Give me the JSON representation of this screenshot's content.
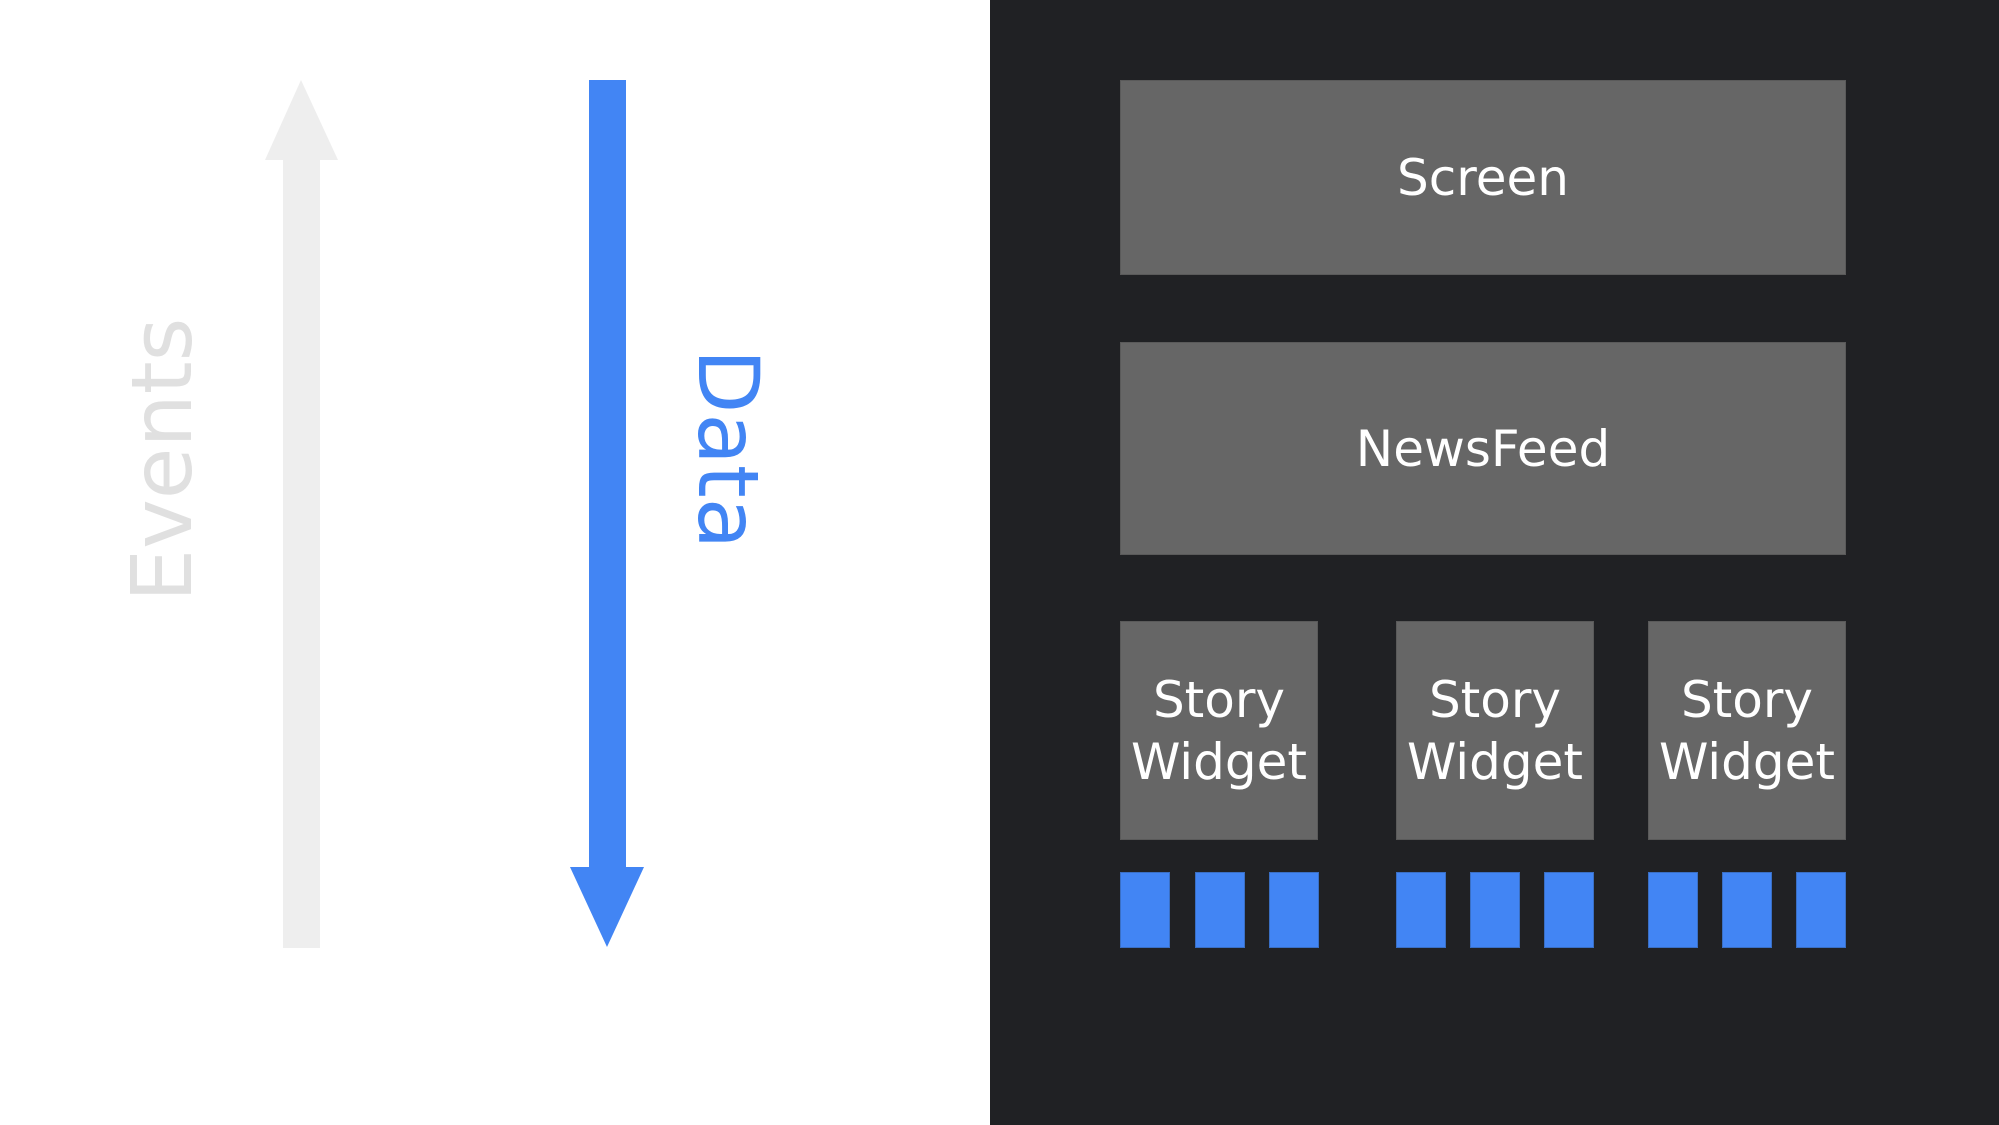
{
  "left": {
    "events_label": "Events",
    "data_label": "Data",
    "colors": {
      "events_arrow": "#eeeeee",
      "events_text": "#e0e0e0",
      "data_arrow": "#4285f4"
    }
  },
  "right": {
    "screen_label": "Screen",
    "newsfeed_label": "NewsFeed",
    "story_widgets": [
      {
        "line1": "Story",
        "line2": "Widget"
      },
      {
        "line1": "Story",
        "line2": "Widget"
      },
      {
        "line1": "Story",
        "line2": "Widget"
      }
    ],
    "colors": {
      "background": "#202124",
      "box": "#666666",
      "leaf": "#4285f4"
    }
  }
}
